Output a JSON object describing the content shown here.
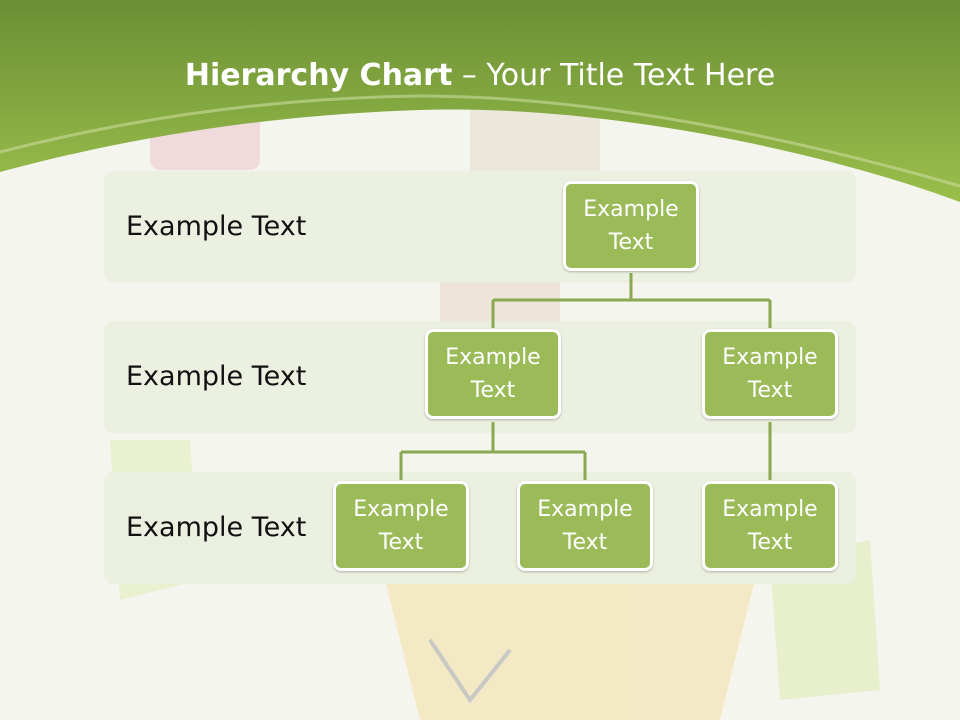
{
  "title": {
    "bold": "Hierarchy Chart",
    "dash": " – ",
    "rest": "Your Title Text Here"
  },
  "colors": {
    "header_green": "#7aa33c",
    "node_fill": "#9bbb59",
    "band_fill": "#eaefe0",
    "connector": "#8aa84f"
  },
  "levels": [
    {
      "label": "Example Text"
    },
    {
      "label": "Example Text"
    },
    {
      "label": "Example Text"
    }
  ],
  "nodes": {
    "root": "Example Text",
    "mid_left": "Example Text",
    "mid_right": "Example Text",
    "leaf_1": "Example Text",
    "leaf_2": "Example Text",
    "leaf_3": "Example Text"
  },
  "hierarchy": [
    {
      "parent": "root",
      "children": [
        "mid_left",
        "mid_right"
      ]
    },
    {
      "parent": "mid_left",
      "children": [
        "leaf_1",
        "leaf_2"
      ]
    },
    {
      "parent": "mid_right",
      "children": [
        "leaf_3"
      ]
    }
  ]
}
